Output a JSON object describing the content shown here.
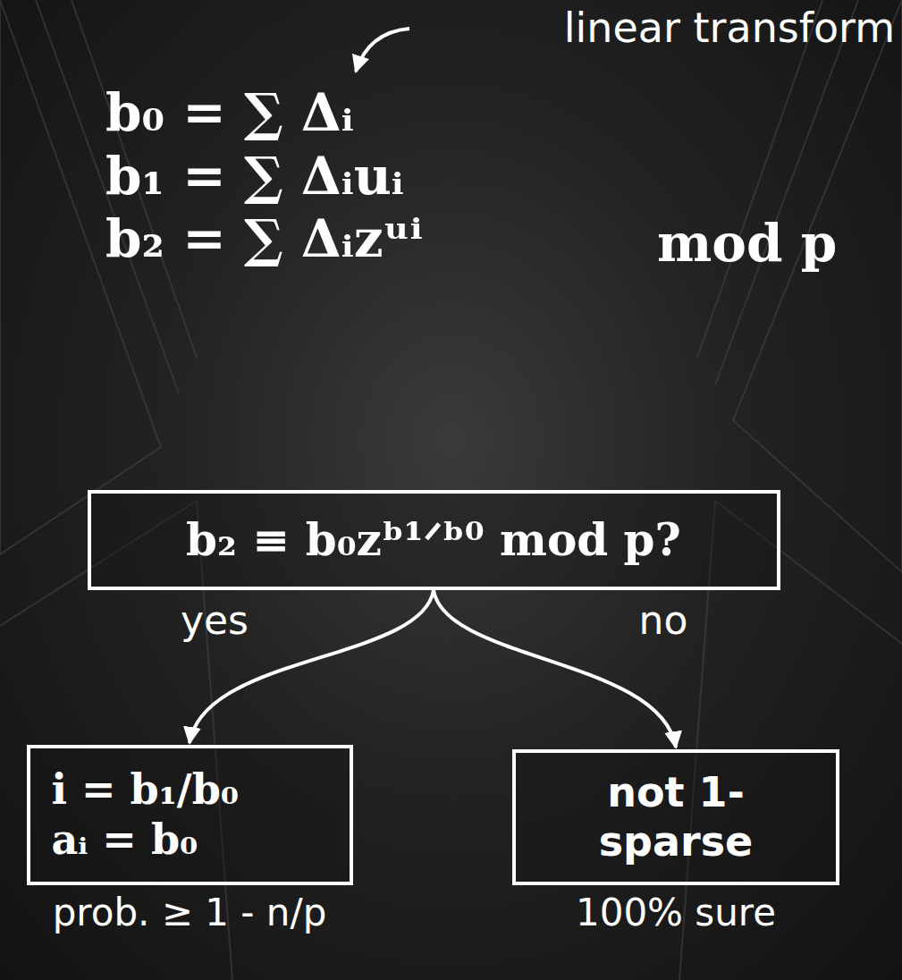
{
  "diagram": {
    "nodes": [
      {
        "text": [
          "b₂ ≡ b₀zᵇ¹ᐟᵇ⁰ mod p?"
        ]
      },
      {
        "text": [
          "i = b₁/b₀",
          "aᵢ = b₀"
        ]
      },
      {
        "text": [
          "not 1-sparse"
        ]
      }
    ],
    "edges": [
      {
        "from": 0,
        "to": 1,
        "arrow": "to",
        "label": "yes"
      },
      {
        "from": 0,
        "to": 2,
        "arrow": "to",
        "label": "no"
      }
    ],
    "labels": [
      "linear transform",
      "b₀ = ∑ Δᵢ",
      "b₁ = ∑ Δᵢuᵢ",
      "b₂ = ∑ Δᵢzᵘⁱ",
      "mod p",
      "prob. ≥ 1 - n/p",
      "100% sure"
    ]
  }
}
